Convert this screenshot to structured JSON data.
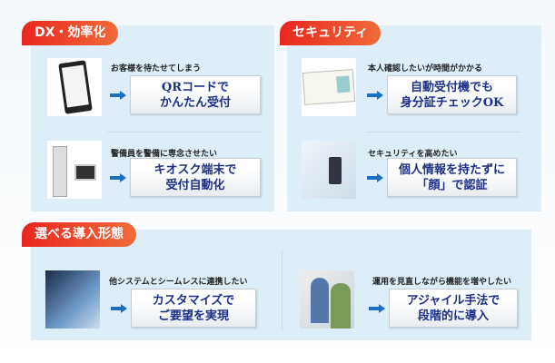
{
  "sections": [
    {
      "badge": "DX・効率化",
      "items": [
        {
          "caption": "お客様を待たせてしまう",
          "solution1": "QRコードで",
          "solution2": "かんたん受付",
          "image": "smartphone-qr"
        },
        {
          "caption": "警備員を警備に専念させたい",
          "solution1": "キオスク端末で",
          "solution2": "受付自動化",
          "image": "kiosk-terminal"
        }
      ]
    },
    {
      "badge": "セキュリティ",
      "items": [
        {
          "caption": "本人確認したいが時間がかかる",
          "solution1": "自動受付機でも",
          "solution2": "身分証チェックOK",
          "image": "id-card"
        },
        {
          "caption": "セキュリティを高めたい",
          "solution1": "個人情報を持たずに",
          "solution2": "「顔」で認証",
          "image": "face-recognition"
        }
      ]
    },
    {
      "badge": "選べる導入形態",
      "items": [
        {
          "caption": "他システムとシームレスに連携したい",
          "solution1": "カスタマイズで",
          "solution2": "ご要望を実現",
          "image": "digital-hand"
        },
        {
          "caption": "運用を見直しながら機能を増やしたい",
          "solution1": "アジャイル手法で",
          "solution2": "段階的に導入",
          "image": "team-at-laptop"
        }
      ]
    }
  ],
  "colors": {
    "badge": "#e8271f",
    "panel": "#ddeef9",
    "solution_text": "#1d2f86",
    "arrow": "#1a6fc0"
  }
}
